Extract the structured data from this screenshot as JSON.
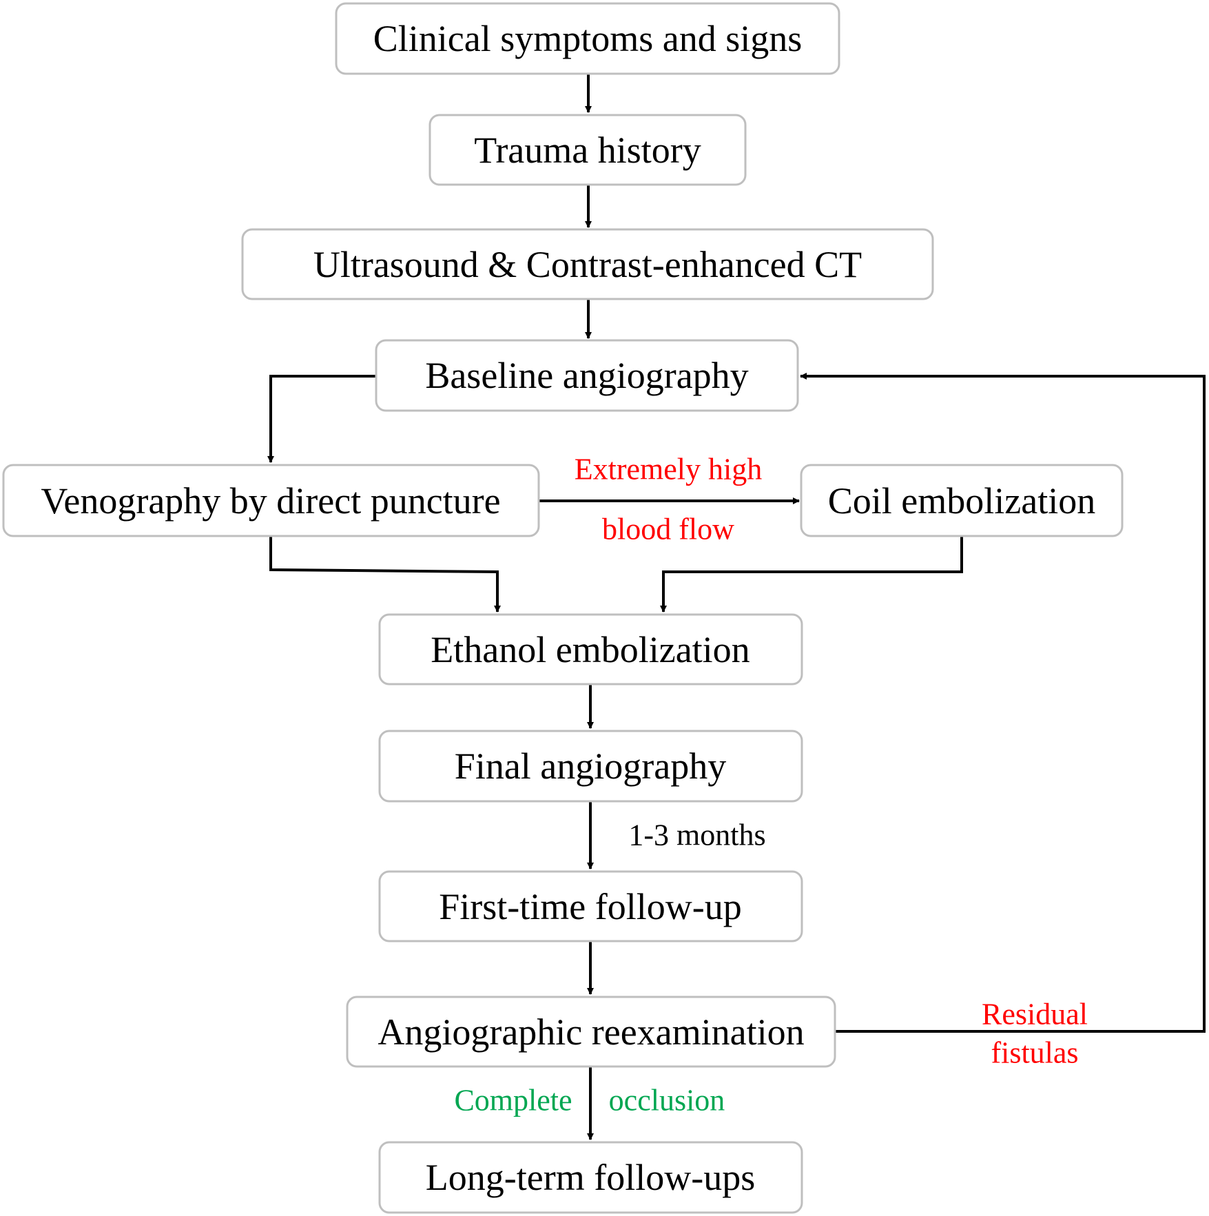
{
  "nodes": {
    "clinical": "Clinical symptoms and signs",
    "trauma": "Trauma history",
    "imaging": "Ultrasound & Contrast-enhanced CT",
    "baseline": "Baseline angiography",
    "venography": "Venography by direct puncture",
    "coil": "Coil embolization",
    "ethanol": "Ethanol embolization",
    "final": "Final angiography",
    "first_followup": "First-time follow-up",
    "reexam": "Angiographic reexamination",
    "longterm": "Long-term follow-ups"
  },
  "edge_labels": {
    "high_flow_line1": "Extremely high",
    "high_flow_line2": "blood flow",
    "interval": "1-3 months",
    "residual_line1": "Residual",
    "residual_line2": "fistulas",
    "complete": "Complete",
    "occlusion": "occlusion"
  },
  "colors": {
    "box_border": "#bfbfbf",
    "arrow": "#000000",
    "text": "#000000",
    "warning_label": "#ff0000",
    "success_label": "#00a651"
  }
}
